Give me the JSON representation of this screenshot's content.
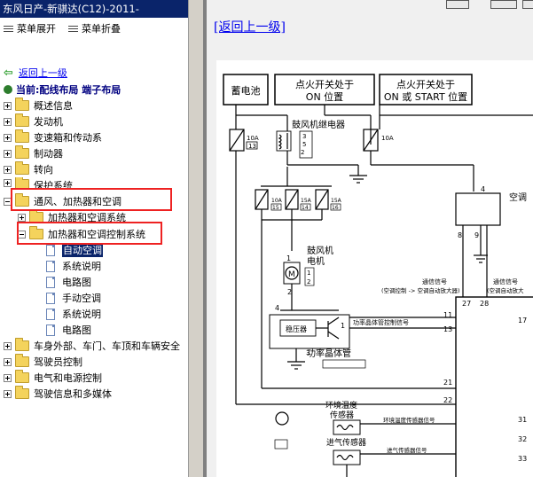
{
  "window": {
    "title": "东风日产-新骐达(C12)-2011-"
  },
  "toolbar": {
    "expand_label": "菜单展开",
    "collapse_label": "菜单折叠"
  },
  "tree": {
    "back_label": "返回上一级",
    "current_label": "当前:配线布局 端子布局",
    "items": [
      {
        "label": "概述信息"
      },
      {
        "label": "发动机"
      },
      {
        "label": "变速箱和传动系"
      },
      {
        "label": "制动器"
      },
      {
        "label": "转向"
      },
      {
        "label": "保护系统"
      },
      {
        "label": "通风、加热器和空调"
      },
      {
        "label": "加热器和空调系统"
      },
      {
        "label": "加热器和空调控制系统"
      },
      {
        "label": "自动空调"
      },
      {
        "label": "系统说明"
      },
      {
        "label": "电路图"
      },
      {
        "label": "手动空调"
      },
      {
        "label": "系统说明"
      },
      {
        "label": "电路图"
      },
      {
        "label": "车身外部、车门、车顶和车辆安全"
      },
      {
        "label": "驾驶员控制"
      },
      {
        "label": "电气和电源控制"
      },
      {
        "label": "驾驶信息和多媒体"
      }
    ]
  },
  "content": {
    "back_label": "[返回上一级]",
    "diagram": {
      "box_battery": "蓄电池",
      "box_ign_on_l1": "点火开关处于",
      "box_ign_on_l2": "ON 位置",
      "box_ign_start_l1": "点火开关处于",
      "box_ign_start_l2": "ON 或 START 位置",
      "relay_label": "鼓风机继电器",
      "fuse_10a_13": "10A",
      "fuse_13": "13",
      "fuse_10a_a": "10A",
      "fuse_10a_15": "10A",
      "fuse_15": "15",
      "fuse_15a_14": "15A",
      "fuse_14": "14",
      "fuse_15a_16": "15A",
      "fuse_16": "16",
      "blower_l1": "鼓风机",
      "blower_l2": "电机",
      "regulator": "稳压器",
      "power_trans": "功率晶体管",
      "power_signal": "功率晶体管控制信号",
      "comm_signal_1": "通信信号",
      "comm_signal_1b": "(空调控制 -> 空调自动放大器)",
      "comm_signal_2": "通信信号",
      "comm_signal_2b": "(空调自动放大",
      "ambient_l1": "环境温度",
      "ambient_l2": "传感器",
      "ambient_signal": "环境温度传感器信号",
      "intake_l1": "进气传感器",
      "intake_signal": "进气传感器信号",
      "ac_label": "空调",
      "pins": {
        "p1": "1",
        "p2": "2",
        "p3": "3",
        "p4": "4",
        "p8": "8",
        "p9": "9",
        "p11": "11",
        "p13": "13",
        "p17": "17",
        "p21": "21",
        "p22": "22",
        "p27": "27",
        "p28": "28",
        "p31": "31",
        "p32": "32",
        "p33": "33",
        "p4b": "4",
        "p5": "5",
        "p2b": "2",
        "p1b": "1",
        "p2c": "2",
        "p3b": "3",
        "p1c": "1"
      }
    }
  }
}
